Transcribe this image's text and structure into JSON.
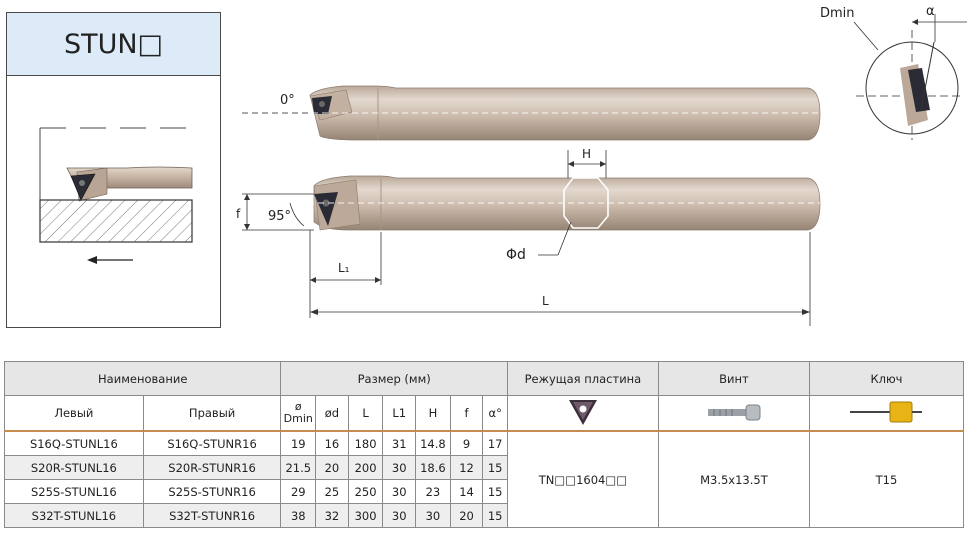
{
  "series_title": "STUN□",
  "drawing": {
    "angle_0": "0°",
    "angle_95": "95°",
    "label_f": "f",
    "label_H": "H",
    "label_phid": "Φd",
    "label_L1": "L₁",
    "label_L": "L",
    "label_dmin": "Dmin",
    "label_alpha": "α"
  },
  "table": {
    "group_headers": {
      "name": "Наименование",
      "size": "Размер (мм)",
      "insert": "Режущая пластина",
      "screw": "Винт",
      "key": "Ключ"
    },
    "sub_headers": {
      "left": "Левый",
      "right": "Правый",
      "dmin_symbol": "ø",
      "dmin": "Dmin",
      "od": "ød",
      "L": "L",
      "L1": "L1",
      "H": "H",
      "f": "f",
      "alpha": "α°"
    },
    "rows": [
      {
        "left": "S16Q-STUNL16",
        "right": "S16Q-STUNR16",
        "dmin": "19",
        "d": "16",
        "L": "180",
        "L1": "31",
        "H": "14.8",
        "f": "9",
        "alpha": "17"
      },
      {
        "left": "S20R-STUNL16",
        "right": "S20R-STUNR16",
        "dmin": "21.5",
        "d": "20",
        "L": "200",
        "L1": "30",
        "H": "18.6",
        "f": "12",
        "alpha": "15"
      },
      {
        "left": "S25S-STUNL16",
        "right": "S25S-STUNR16",
        "dmin": "29",
        "d": "25",
        "L": "250",
        "L1": "30",
        "H": "23",
        "f": "14",
        "alpha": "15"
      },
      {
        "left": "S32T-STUNL16",
        "right": "S32T-STUNR16",
        "dmin": "38",
        "d": "32",
        "L": "300",
        "L1": "30",
        "H": "30",
        "f": "20",
        "alpha": "15"
      }
    ],
    "insert_value": "TN□□1604□□",
    "screw_value": "M3.5x13.5T",
    "key_value": "T15"
  },
  "colors": {
    "title_bg": "#dcebf7",
    "tool_body": "#c9b6a6",
    "insert": "#2b2b35",
    "header_bg": "#e6e6e6",
    "row_shade": "#eeeeee",
    "accent_line": "#c98a50"
  }
}
